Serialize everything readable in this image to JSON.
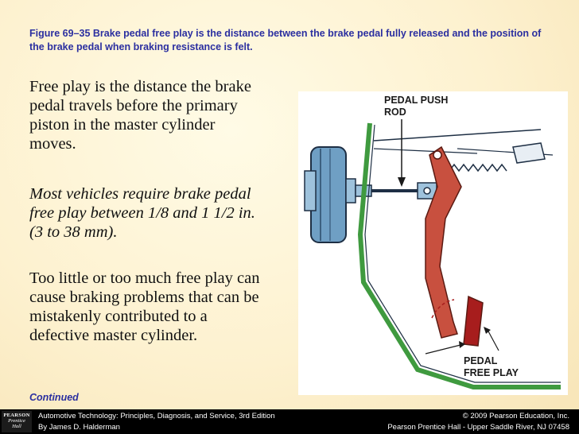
{
  "caption": "Figure 69–35  Brake pedal free play is the distance between the brake pedal fully released and the position of the brake pedal when braking resistance is felt.",
  "paragraphs": [
    "Free play is the distance the brake pedal travels before the primary piston in the master cylinder moves.",
    "Most vehicles require brake pedal free play between 1/8 and 1 1/2 in. (3 to 38 mm).",
    "Too little or too much free play can cause braking problems that can be mistakenly contributed to a defective master cylinder."
  ],
  "continued": "Continued",
  "figure": {
    "label_push_rod_1": "PEDAL PUSH",
    "label_push_rod_2": "ROD",
    "label_free_play_1": "PEDAL",
    "label_free_play_2": "FREE PLAY"
  },
  "footer": {
    "logo_line1": "PEARSON",
    "logo_line2": "Prentice",
    "logo_line3": "Hall",
    "left_line1": "Automotive Technology: Principles, Diagnosis, and Service, 3rd Edition",
    "left_line2": "By James D. Halderman",
    "right_line1": "© 2009 Pearson Education, Inc.",
    "right_line2": "Pearson Prentice Hall - Upper Saddle River, NJ 07458"
  },
  "colors": {
    "caption_blue": "#2b2fa0",
    "pedal_red": "#c8503f",
    "firewall_green": "#3f9a3f",
    "booster_blue": "#6f9fc4"
  }
}
